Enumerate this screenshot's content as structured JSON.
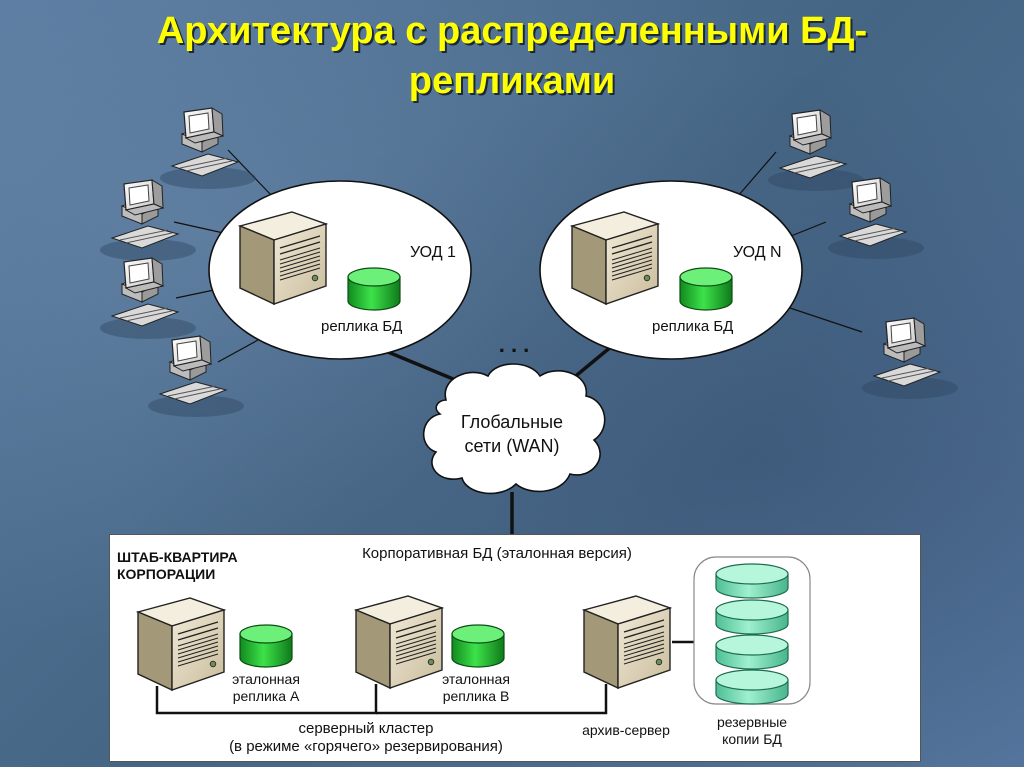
{
  "title": {
    "line1": "Архитектура с распределенными БД-",
    "line2": "репликами"
  },
  "sites": [
    {
      "name": "УОД 1",
      "replica_label": "реплика БД"
    },
    {
      "name": "УОД N",
      "replica_label": "реплика БД"
    }
  ],
  "ellipsis": ". . .",
  "wan": {
    "line1": "Глобальные",
    "line2": "сети (WAN)"
  },
  "hq": {
    "title_line1": "ШТАБ-КВАРТИРА",
    "title_line2": "КОРПОРАЦИИ",
    "db_label": "Корпоративная БД (эталонная версия)",
    "replica_a_line1": "эталонная",
    "replica_a_line2": "реплика А",
    "replica_b_line1": "эталонная",
    "replica_b_line2": "реплика В",
    "cluster_line1": "серверный кластер",
    "cluster_line2": "(в режиме «горячего» резервирования)",
    "archive_label": "архив-сервер",
    "backups_line1": "резервные",
    "backups_line2": "копии БД"
  },
  "colors": {
    "title": "#ffff00",
    "db_green": "#22cc33",
    "backup_teal": "#7fe0b8"
  }
}
